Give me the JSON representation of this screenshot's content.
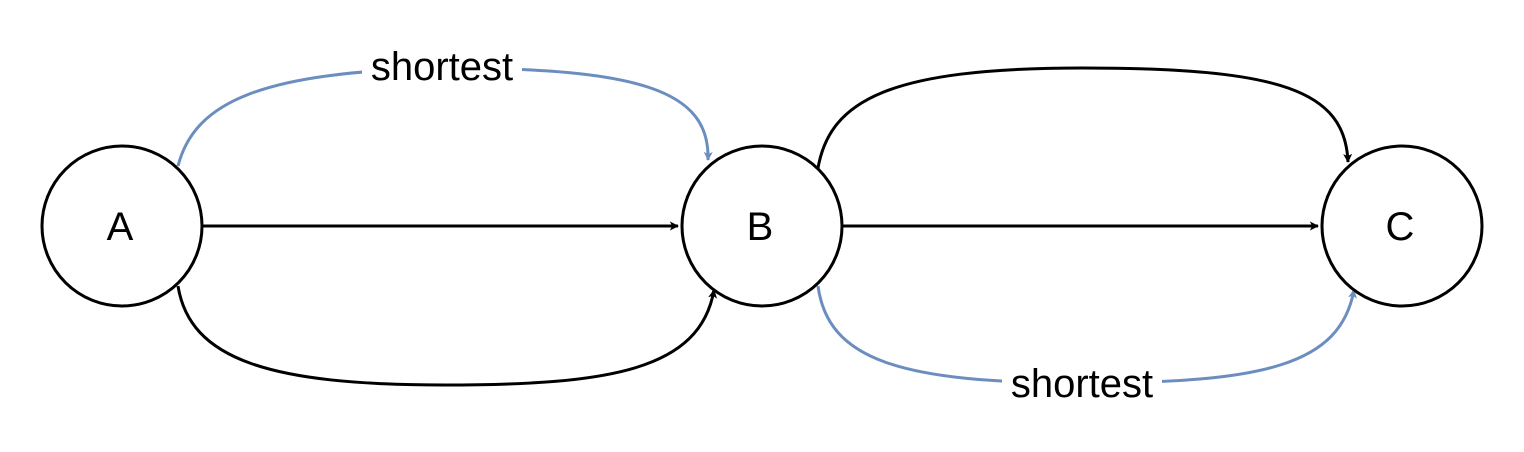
{
  "nodes": {
    "a": {
      "label": "A"
    },
    "b": {
      "label": "B"
    },
    "c": {
      "label": "C"
    }
  },
  "edges": {
    "ab_shortest": {
      "label": "shortest"
    },
    "bc_shortest": {
      "label": "shortest"
    }
  },
  "colors": {
    "shortest_edge": "#6c8ebf",
    "default_edge": "#000000",
    "node_stroke": "#000000",
    "background": "#ffffff"
  }
}
